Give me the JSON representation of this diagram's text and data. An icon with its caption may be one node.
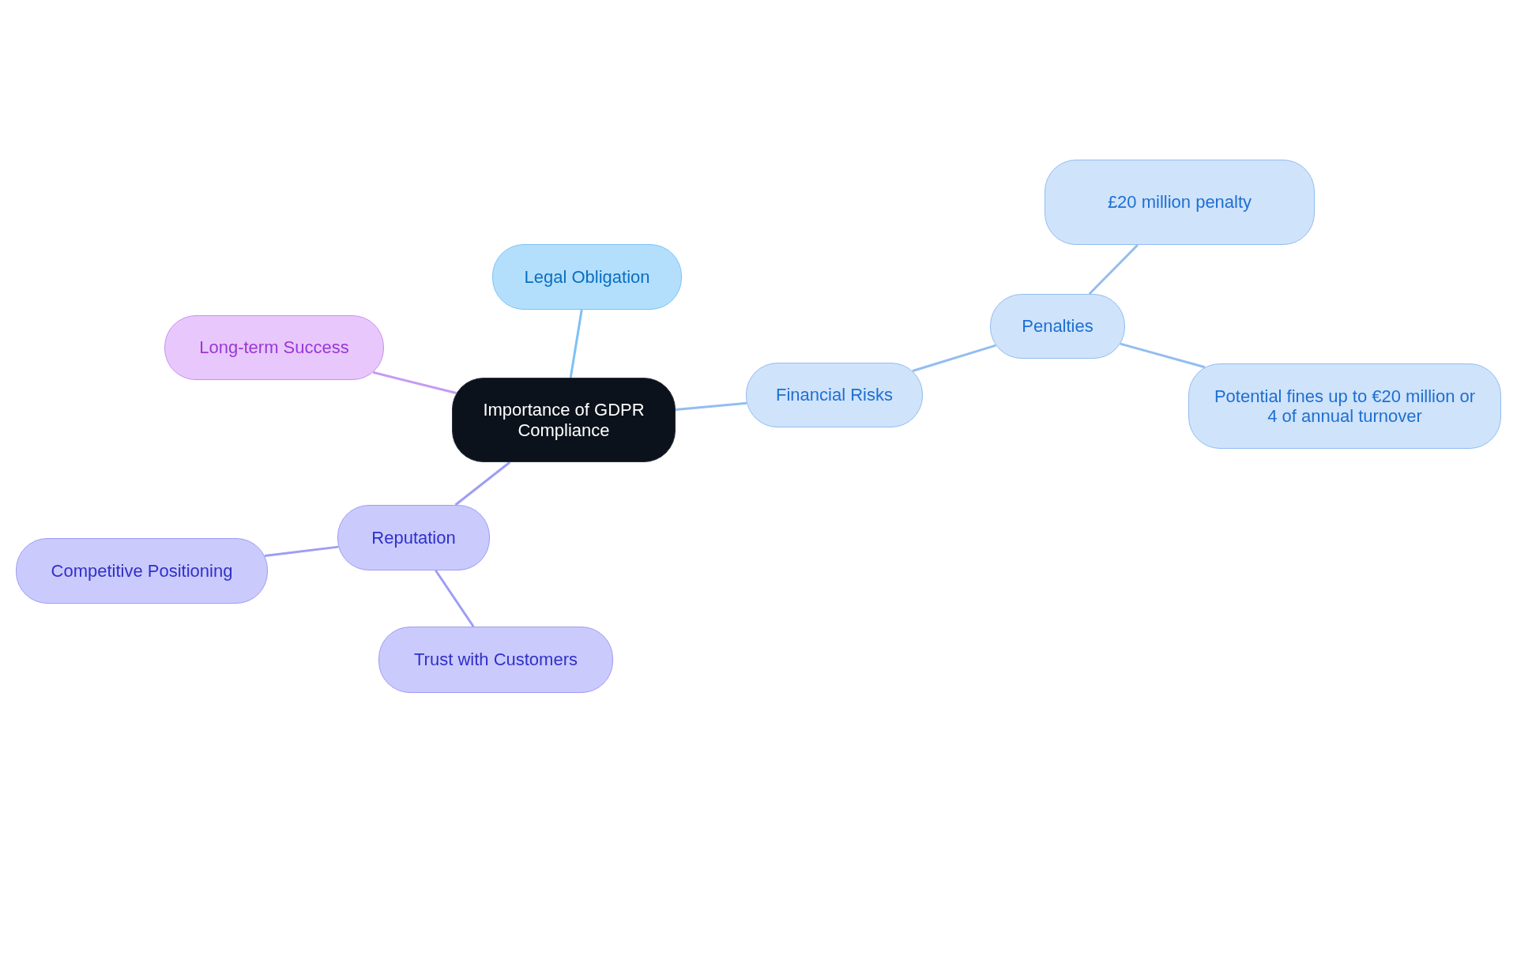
{
  "diagram": {
    "nodes": [
      {
        "text": [
          "Importance of GDPR Compliance"
        ]
      },
      {
        "text": [
          "Legal Obligation"
        ]
      },
      {
        "text": [
          "Long-term Success"
        ]
      },
      {
        "text": [
          "Financial Risks"
        ]
      },
      {
        "text": [
          "Penalties"
        ]
      },
      {
        "text": [
          "£20 million penalty"
        ]
      },
      {
        "text": [
          "Potential fines up to €20 million or 4 of annual turnover"
        ]
      },
      {
        "text": [
          "Reputation"
        ]
      },
      {
        "text": [
          "Competitive Positioning"
        ]
      },
      {
        "text": [
          "Trust with Customers"
        ]
      }
    ],
    "edges": [
      {
        "from": 0,
        "to": 1,
        "arrow": "none",
        "color": "#7dc1f4"
      },
      {
        "from": 0,
        "to": 2,
        "arrow": "none",
        "color": "#c59bf2"
      },
      {
        "from": 0,
        "to": 3,
        "arrow": "none"
      },
      {
        "from": 3,
        "to": 4,
        "arrow": "none"
      },
      {
        "from": 4,
        "to": 5,
        "arrow": "none"
      },
      {
        "from": 4,
        "to": 6,
        "arrow": "none"
      },
      {
        "from": 0,
        "to": 7,
        "arrow": "none",
        "color": "#9e9ef4"
      },
      {
        "from": 7,
        "to": 8,
        "arrow": "none",
        "color": "#9e9ef4"
      },
      {
        "from": 7,
        "to": 9,
        "arrow": "none",
        "color": "#9e9ef4"
      }
    ]
  }
}
